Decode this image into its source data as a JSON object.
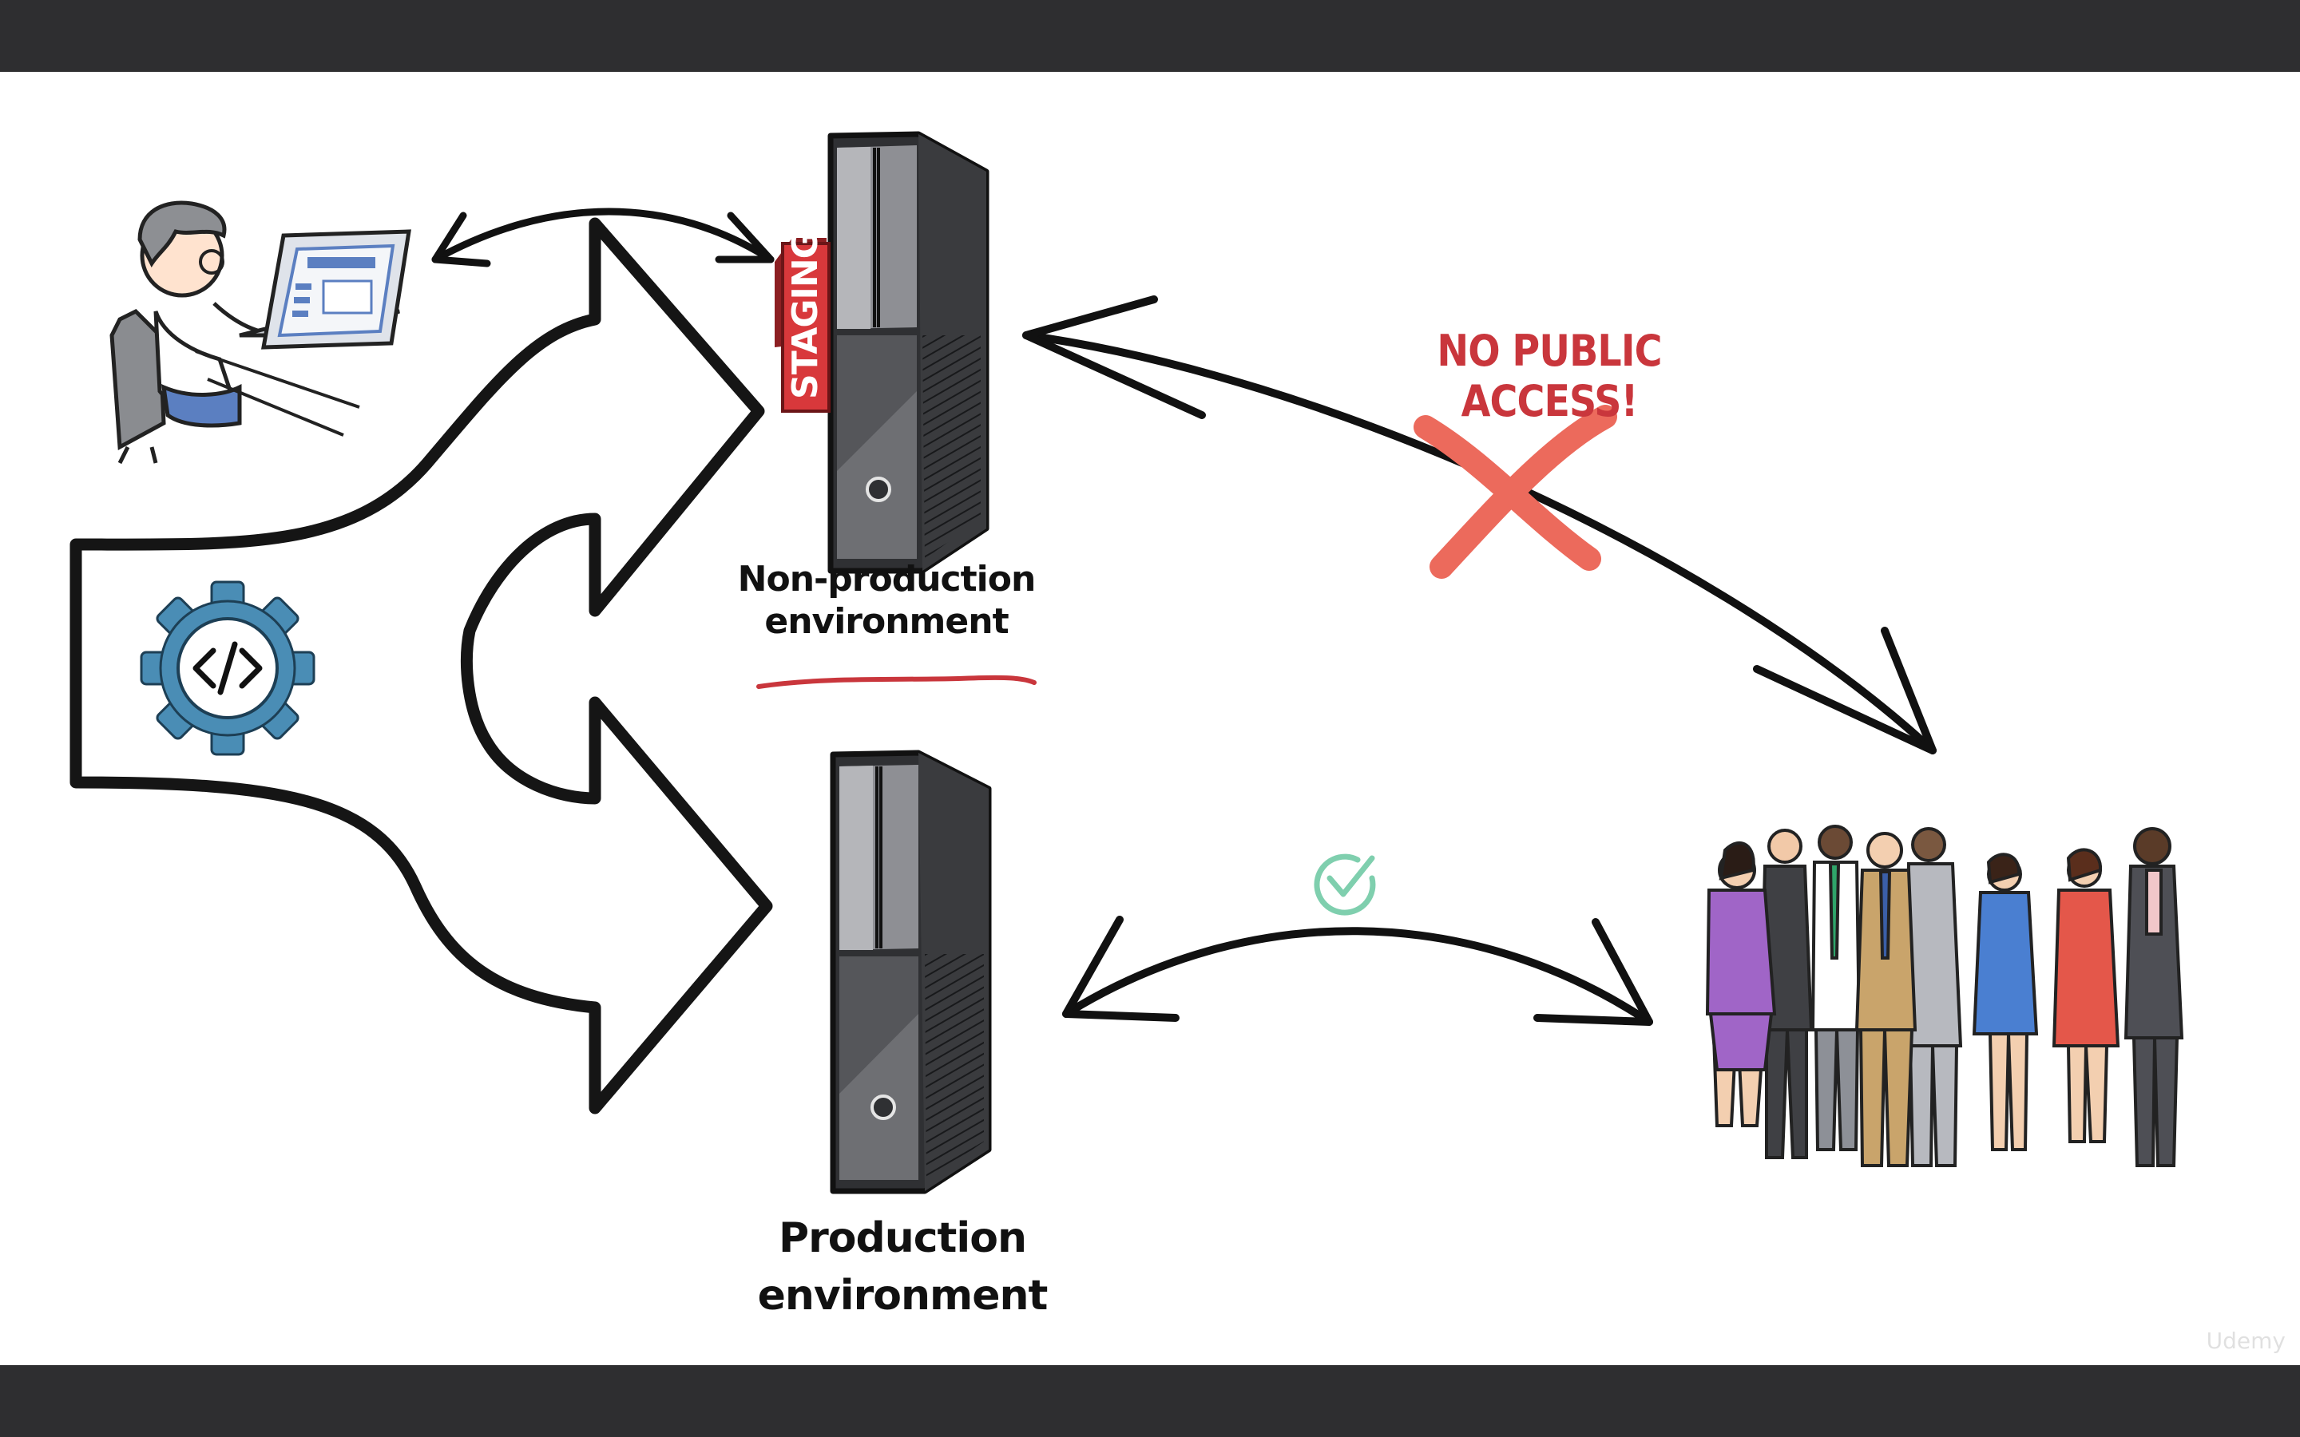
{
  "diagram": {
    "staging_tag": "STAGING",
    "non_production_label_line1": "Non-production",
    "non_production_label_line2": "environment",
    "production_label_line1": "Production",
    "production_label_line2": "environment",
    "warning_text": "NO PUBLIC ACCESS!",
    "watermark": "Udemy"
  },
  "colors": {
    "warning_red": "#c9363c",
    "cross_red": "#ec6a5c",
    "check_green": "#7fcfae",
    "gear_blue": "#4a8db5",
    "server_dark": "#2f3033",
    "server_mid": "#5d5e62"
  },
  "icons": {
    "developer": "developer-at-laptop-illustration",
    "gear": "code-gear-icon",
    "server": "tower-server-icon",
    "people": "group-of-people-illustration",
    "cross": "x-mark-icon",
    "check": "check-circle-icon"
  }
}
